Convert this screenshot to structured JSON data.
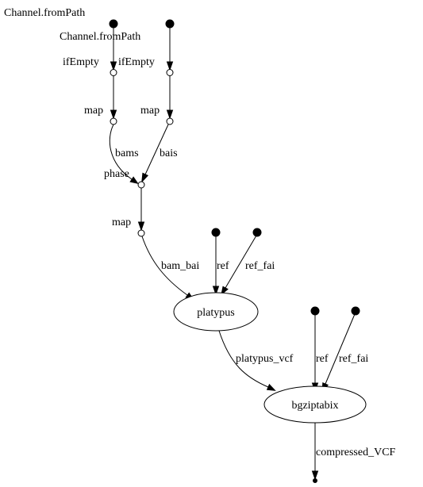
{
  "diagram": {
    "top_label": "Channel.fromPath",
    "source_label": "Channel.fromPath",
    "ops": {
      "if_empty_left": "ifEmpty",
      "if_empty_right": "ifEmpty",
      "map_left": "map",
      "map_right": "map",
      "phase": "phase",
      "map_merged": "map"
    },
    "processes": {
      "platypus": "platypus",
      "bgziptabix": "bgziptabix"
    },
    "edge_labels": {
      "bams": "bams",
      "bais": "bais",
      "bam_bai": "bam_bai",
      "ref_1": "ref",
      "ref_fai_1": "ref_fai",
      "platypus_vcf": "platypus_vcf",
      "ref_2": "ref",
      "ref_fai_2": "ref_fai",
      "compressed_vcf": "compressed_VCF"
    }
  }
}
